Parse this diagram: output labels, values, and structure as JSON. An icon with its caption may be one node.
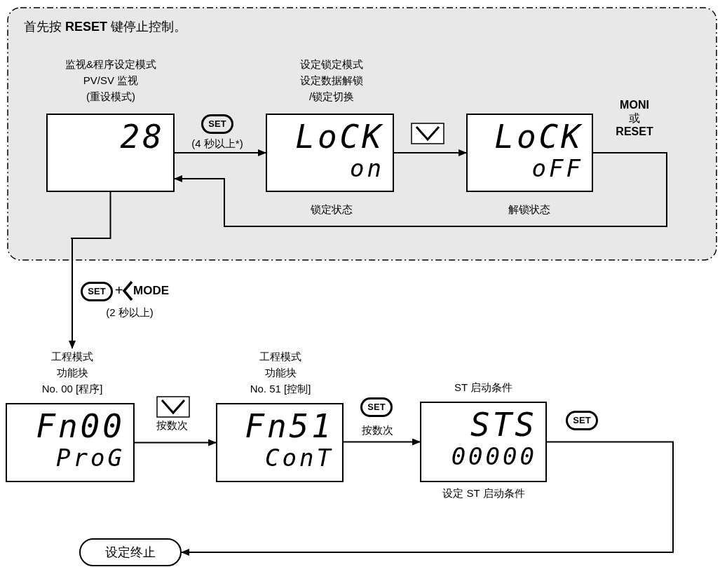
{
  "diagram": {
    "nodes": [
      {
        "text": [
          "首先按 **RESET** 键停止控制。"
        ]
      },
      {
        "text": [
          "监视&程序设定模式 PV/SV 监视 (重设模式)",
          "28"
        ],
        "in": 0
      },
      {
        "text": [
          "设定锁定模式设定数据解锁/锁定切换",
          "LoCK",
          "on"
        ],
        "beside": [
          "锁定状态"
        ],
        "in": 0
      },
      {
        "text": [
          "LoCK",
          "oFF"
        ],
        "beside": [
          "解锁状态"
        ],
        "in": 0
      },
      {
        "text": [
          "工程模式功能块No. 00 [程序]",
          "Fn00",
          "ProG"
        ]
      },
      {
        "text": [
          "工程模式功能块No. 51 [控制]",
          "Fn51",
          "ConT"
        ]
      },
      {
        "text": [
          "ST 启动条件",
          "STS",
          "00000"
        ],
        "beside": [
          "设定 ST 启动条件"
        ]
      },
      {
        "text": [
          "设定终止"
        ]
      }
    ],
    "edges": [
      {
        "from": 1,
        "to": 2,
        "arrow": "to",
        "label": "(4 秒以上*)"
      },
      {
        "from": 2,
        "to": 3,
        "arrow": "to"
      },
      {
        "from": 3,
        "to": 1,
        "arrow": "to",
        "label": "**MONI** 或 **RESET**"
      },
      {
        "from": 1,
        "to": 4,
        "arrow": "to",
        "label": "(2 秒以上)"
      },
      {
        "from": 4,
        "to": 5,
        "arrow": "to",
        "label": "按数次"
      },
      {
        "from": 5,
        "to": 6,
        "arrow": "to",
        "label": "按数次"
      },
      {
        "from": 6,
        "to": 7,
        "arrow": "to"
      }
    ],
    "labels": [
      "SET",
      "SET",
      "+",
      "MODE",
      "SET",
      "SET"
    ]
  }
}
